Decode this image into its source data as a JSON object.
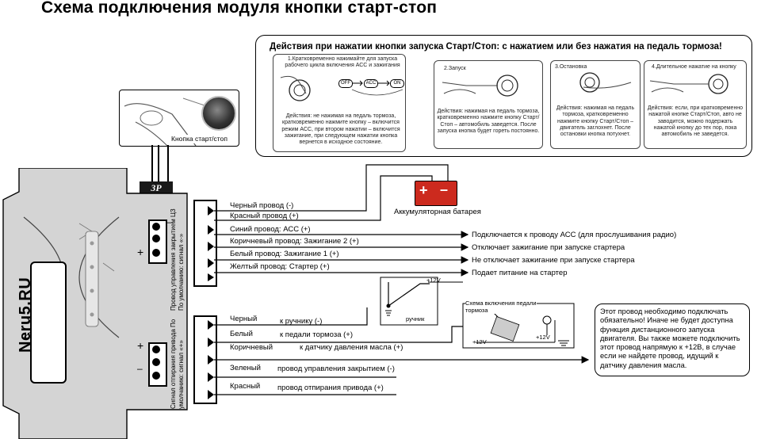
{
  "title": "Схема подключения модуля кнопки старт-стоп",
  "actions": {
    "header": "Действия при нажатии кнопки запуска Старт/Стоп: с нажатием или без нажатия на педаль тормоза!",
    "panels": [
      {
        "caption": "1.Кратковременно нажимайте для запуска рабочего цикла включения АСС и зажигания",
        "states": [
          "OFF",
          "ACC",
          "ON"
        ],
        "description": "Действия: не нажимая на педаль тормоза, кратковременно нажмите кнопку – включится режим АСС, при втором нажатии – включится зажигание, при следующем нажатии кнопка вернется в исходное состояние."
      },
      {
        "caption": "2.Запуск",
        "description": "Действия: нажимая на педаль тормоза, кратковременно нажмите кнопку Старт/Стоп – автомобиль заведется. После запуска кнопка будет гореть постоянно."
      },
      {
        "caption": "3.Остановка",
        "description": "Действия: нажимая на педаль тормоза, кратковременно нажмите кнопку Старт/Стоп – двигатель заглохнет. После остановки кнопка потухнет."
      },
      {
        "caption": "4.Длительное нажатие на кнопку",
        "description": "Действия: если, при кратковременно нажатой кнопке Старт/Стоп, авто не заводится, можно подержать нажатой кнопку до тех пор, пока автомобиль не заведется."
      }
    ]
  },
  "button_label": "Кнопка старт/стоп",
  "connector_label": "3P",
  "module_brand": "Neru5.RU",
  "battery_label": "Аккумуляторная батарея",
  "battery_plus": "+",
  "battery_minus": "–",
  "upper_connector_side": "Провод управления закрытием ЦЗ По умолчанию: сигнал «-»",
  "lower_connector_side": "Сигнал отпирания привода По умолчанию: сигнал «+»",
  "upper_wires": [
    {
      "label": "Черный провод (-)",
      "note": ""
    },
    {
      "label": "Красный провод (+)",
      "note": ""
    },
    {
      "label": "Синий провод: АСС (+)",
      "note": "Подключается к проводу АСС (для прослушивания радио)"
    },
    {
      "label": "Коричневый провод: Зажигание 2 (+)",
      "note": "Отключает зажигание при запуске стартера"
    },
    {
      "label": "Белый провод: Зажигание 1 (+)",
      "note": "Не отключает зажигание при запуске стартера"
    },
    {
      "label": "Желтый провод: Стартер (+)",
      "note": "Подает питание на стартер"
    }
  ],
  "lower_wires": [
    {
      "color": "Черный",
      "desc": "к ручнику (-)"
    },
    {
      "color": "Белый",
      "desc": "к педали тормоза (+)"
    },
    {
      "color": "Коричневый",
      "desc": "к датчику давления масла (+)"
    },
    {
      "color": "Зеленый",
      "desc": "провод управления закрытием (-)"
    },
    {
      "color": "Красный",
      "desc": "провод отпирания привода (+)"
    }
  ],
  "handbrake": {
    "label": "ручник",
    "voltage": "+12V"
  },
  "brake_pedal": {
    "label": "Схема включения педали тормоза",
    "voltage_left": "+12V",
    "voltage_right": "+12V"
  },
  "note": "Этот провод необходимо подключать обязательно! Иначе не будет доступна функция дистанционного запуска двигателя. Вы также можете подключить этот провод напрямую к +12В, в случае если не найдете провод, идущий к датчику давления масла.",
  "polarity": {
    "plus": "+",
    "minus": "–"
  },
  "colors": {
    "module_body": "#d4d4d4",
    "connector": "#1a1a1a",
    "battery": "#cc2a1e",
    "line": "#000000"
  }
}
